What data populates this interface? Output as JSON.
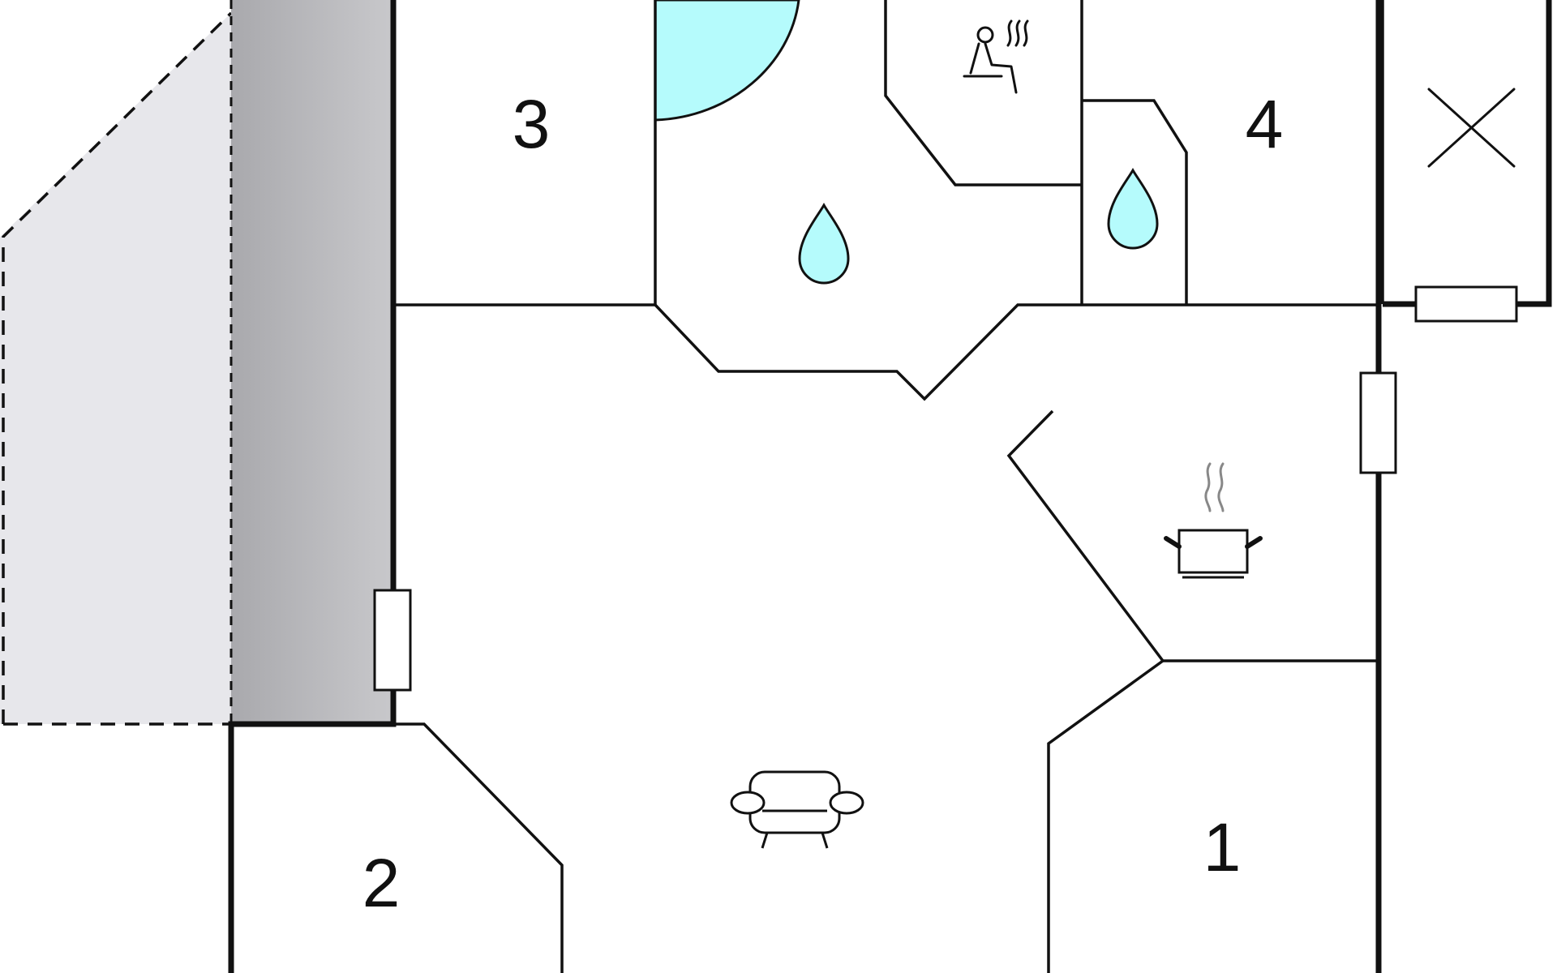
{
  "rooms": [
    {
      "id": "room-1",
      "label": "1"
    },
    {
      "id": "room-2",
      "label": "2"
    },
    {
      "id": "room-3",
      "label": "3"
    },
    {
      "id": "room-4",
      "label": "4"
    }
  ],
  "icons": {
    "sauna": "sauna-icon",
    "shower_left": "water-drop-icon",
    "shower_right": "water-drop-icon",
    "kitchen": "cooking-pot-icon",
    "living": "sofa-icon",
    "void": "cross-icon"
  },
  "colors": {
    "line": "#111111",
    "water": "#b5fbfc",
    "terrace": "#e7e7eb",
    "balcony_gradient_start": "#a8a8ac",
    "balcony_gradient_end": "#c9c9cc",
    "background": "#ffffff"
  }
}
